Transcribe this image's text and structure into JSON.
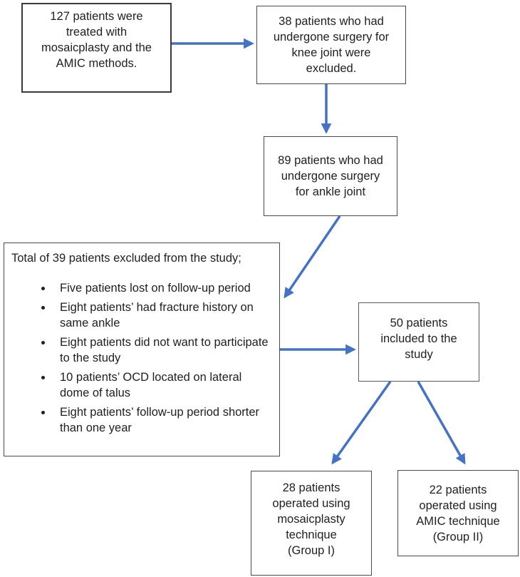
{
  "colors": {
    "arrow": "#4472C4",
    "box_border": "#4a4a4a",
    "text": "#1f1f1f",
    "background": "#ffffff"
  },
  "flowchart": {
    "treated": {
      "lines": [
        "127 patients were",
        "treated with",
        "mosaicplasty and the",
        "AMIC methods."
      ]
    },
    "knee_excluded": {
      "lines": [
        "38 patients who had",
        "undergone surgery for",
        "knee joint were",
        "excluded."
      ]
    },
    "ankle_surgery": {
      "lines": [
        "89 patients who had",
        "undergone surgery",
        "for ankle joint"
      ]
    },
    "excluded": {
      "title": "Total of 39 patients excluded from the study;",
      "bullets": [
        "Five patients lost on follow-up period",
        "Eight patients’ had fracture history on same ankle",
        "Eight patients did not want to participate to the study",
        "10 patients’ OCD located on lateral dome of talus",
        "Eight patients’ follow-up period shorter than one year"
      ]
    },
    "included": {
      "lines": [
        "50 patients",
        "included to the",
        "study"
      ]
    },
    "group1": {
      "lines": [
        "28 patients",
        "operated using",
        "mosaicplasty",
        "technique",
        "(Group I)"
      ]
    },
    "group2": {
      "lines": [
        "22 patients",
        "operated using",
        "AMIC technique",
        "(Group II)"
      ]
    }
  }
}
